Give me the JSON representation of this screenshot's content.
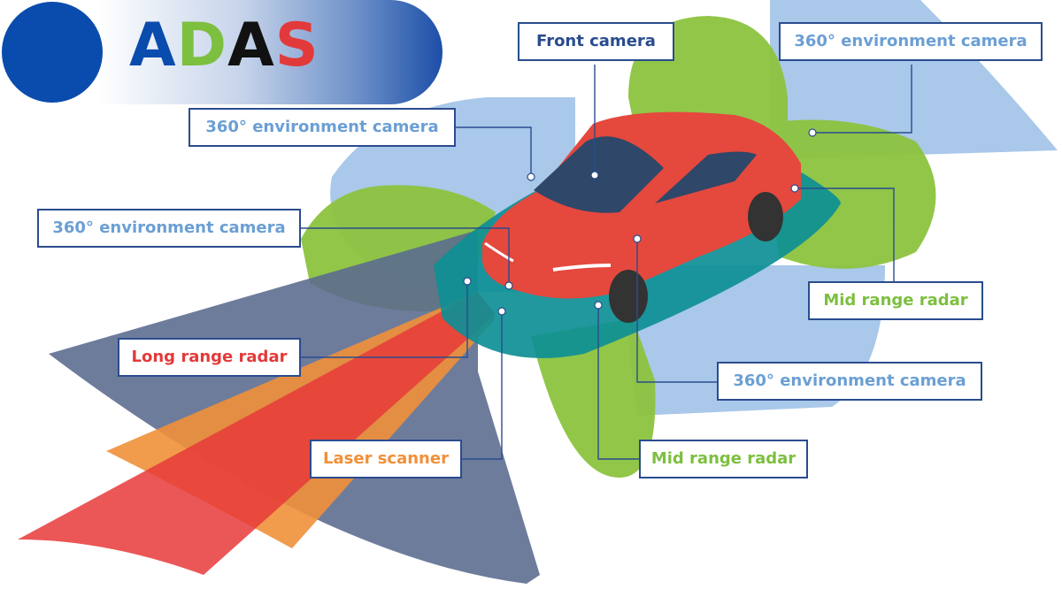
{
  "header": {
    "title_letters": [
      {
        "char": "A",
        "color": "#0a4cad"
      },
      {
        "char": "D",
        "color": "#7dbf3f"
      },
      {
        "char": "A",
        "color": "#111111"
      },
      {
        "char": "S",
        "color": "#e23a3a"
      }
    ]
  },
  "labels": {
    "front_camera": "Front camera",
    "env_camera_top_right": "360° environment camera",
    "env_camera_top_left": "360° environment camera",
    "env_camera_left": "360° environment camera",
    "long_range_radar": "Long range radar",
    "laser_scanner": "Laser scanner",
    "mid_range_radar_right": "Mid range radar",
    "env_camera_bottom_right": "360° environment camera",
    "mid_range_radar_bottom": "Mid range radar"
  },
  "colors": {
    "camera": "#a9c8ea",
    "camera_text": "#6b9fd4",
    "mid_radar": "#8cc33f",
    "mid_radar_text": "#7dbf3f",
    "long_radar": "#5a6a8e",
    "long_radar_text": "#e23a3a",
    "laser": "#f0903a",
    "laser_text": "#f0903a",
    "car": "#e5483d",
    "footprint": "#0e8f95",
    "front_camera_text": "#2a4c8e",
    "leader_line": "#2a4c8e"
  }
}
